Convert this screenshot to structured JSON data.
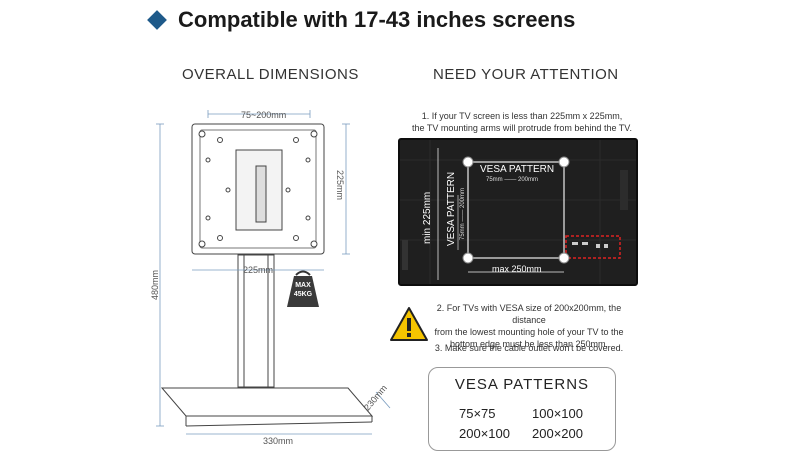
{
  "header": {
    "title": "Compatible with 17-43 inches screens",
    "accent_color": "#1e5a8a"
  },
  "left": {
    "title": "OVERALL DIMENSIONS",
    "dims": {
      "vesa_width": "75~200mm",
      "plate_height": "225mm",
      "plate_width": "225mm",
      "total_height": "480mm",
      "base_width": "330mm",
      "base_depth": "230mm"
    },
    "max_badge": {
      "line1": "MAX",
      "line2": "45KG"
    }
  },
  "right": {
    "title": "NEED YOUR ATTENTION",
    "note1_line1": "1. If your TV screen is less than 225mm x 225mm,",
    "note1_line2": "the TV mounting arms will protrude from behind the TV.",
    "tv": {
      "vesa_h_label": "VESA PATTERN",
      "vesa_h_range": "75mm —— 200mm",
      "vesa_v_label": "VESA PATTERN",
      "vesa_v_range": "75mm —— 200mm",
      "min_label": "min 225mm",
      "max_label": "max 250mm"
    },
    "note2_line1": "2. For TVs with VESA size of 200x200mm, the distance",
    "note2_line2": "from the lowest mounting hole of your TV to the",
    "note2_line3": "bottom edge must be less than 250mm.",
    "note3": "3. Make sure the cable outlet won't be covered."
  },
  "vesa_patterns": {
    "title": "VESA PATTERNS",
    "items": [
      "75×75",
      "100×100",
      "200×100",
      "200×200"
    ]
  }
}
